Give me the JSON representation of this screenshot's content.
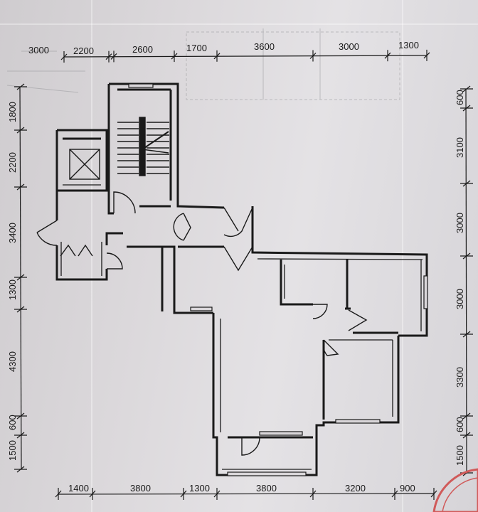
{
  "plan": {
    "top_dimensions": [
      "2200",
      "2600",
      "1700",
      "3600",
      "3000",
      "1300"
    ],
    "bottom_dimensions": [
      "1400",
      "3800",
      "1300",
      "3800",
      "3200",
      "900"
    ],
    "left_dimensions": [
      "1800",
      "2200",
      "3400",
      "1300",
      "4300",
      "600",
      "1500"
    ],
    "right_dimensions": [
      "600",
      "3100",
      "3000",
      "3000",
      "3300",
      "600",
      "1500"
    ],
    "faded_label": "3000"
  },
  "colors": {
    "paper": "#dcd9dc",
    "ink": "#1a1a1a",
    "stamp": "#d05a5a"
  }
}
